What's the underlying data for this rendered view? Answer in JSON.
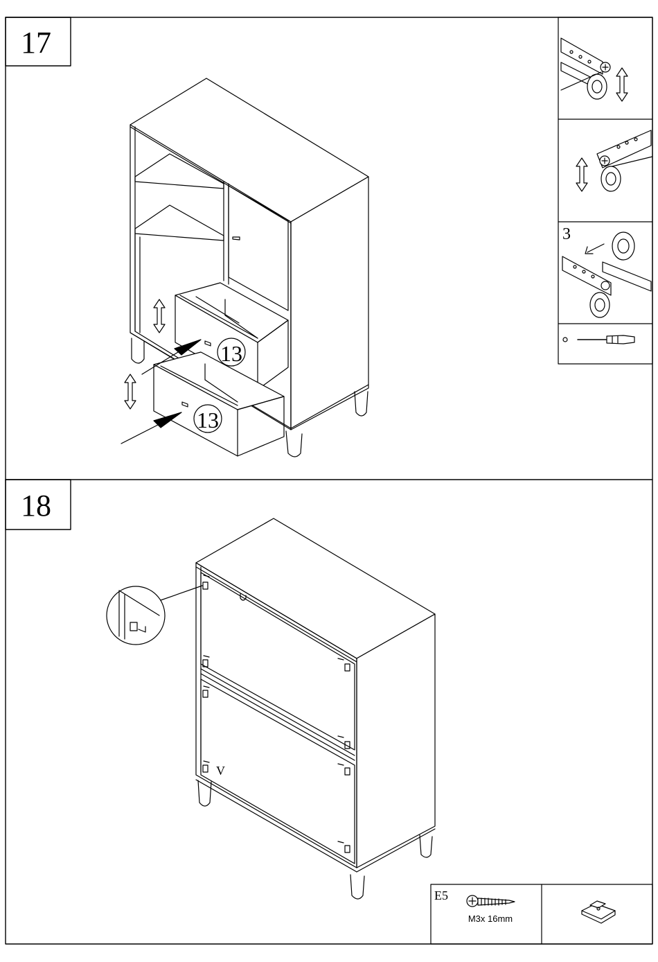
{
  "step17": {
    "number": "17",
    "part_label_upper": "13",
    "part_label_lower": "13",
    "detail_step": "3"
  },
  "step18": {
    "number": "18",
    "marker_v": "V"
  },
  "hardware": {
    "code": "E5",
    "screw_size": "M3x 16mm"
  },
  "colors": {
    "line": "#000000",
    "background": "#ffffff"
  }
}
